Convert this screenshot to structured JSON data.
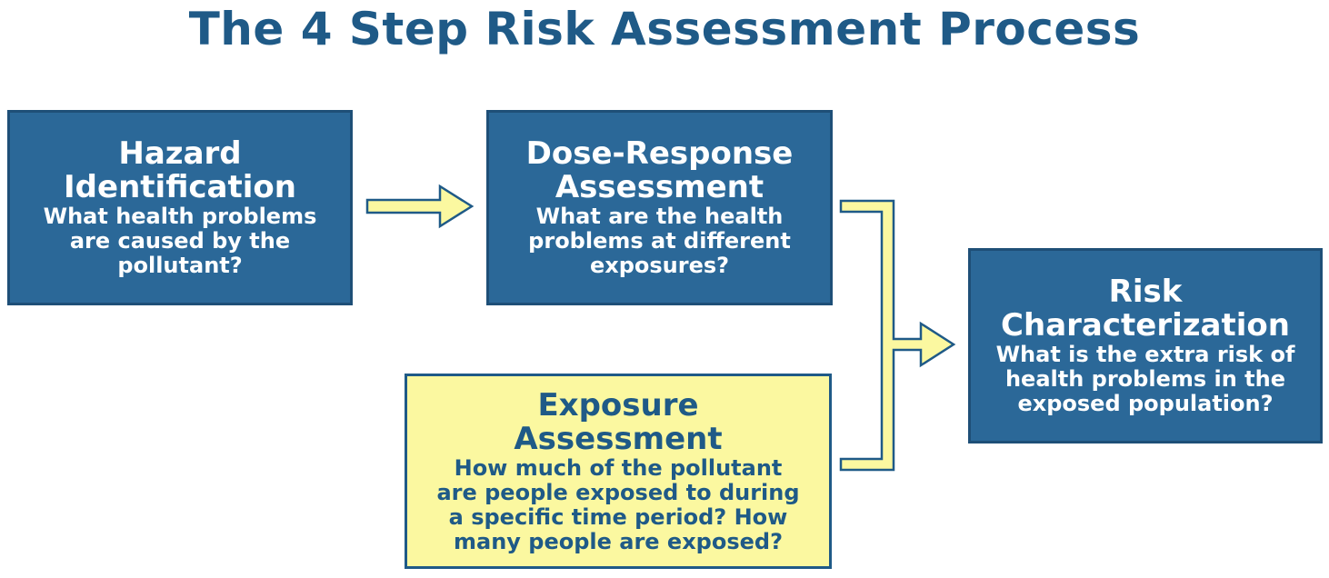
{
  "title": "The 4 Step Risk Assessment Process",
  "steps": {
    "hazard": {
      "heading": "Hazard\nIdentification",
      "question": "What health problems\nare caused by the\npollutant?"
    },
    "dose_response": {
      "heading": "Dose-Response\nAssessment",
      "question": "What are the health\nproblems at different\nexposures?"
    },
    "exposure": {
      "heading": "Exposure\nAssessment",
      "question": "How much of the pollutant\nare people exposed to during\na specific time period? How\nmany people are exposed?"
    },
    "risk": {
      "heading": "Risk\nCharacterization",
      "question": "What is the extra risk of\nhealth problems in the\nexposed population?"
    }
  },
  "colors": {
    "title": "#1f5a87",
    "box_blue": "#2b6898",
    "box_yellow": "#fbf8a0",
    "arrow_fill": "#fbf8a0",
    "arrow_stroke": "#1f5a87"
  }
}
